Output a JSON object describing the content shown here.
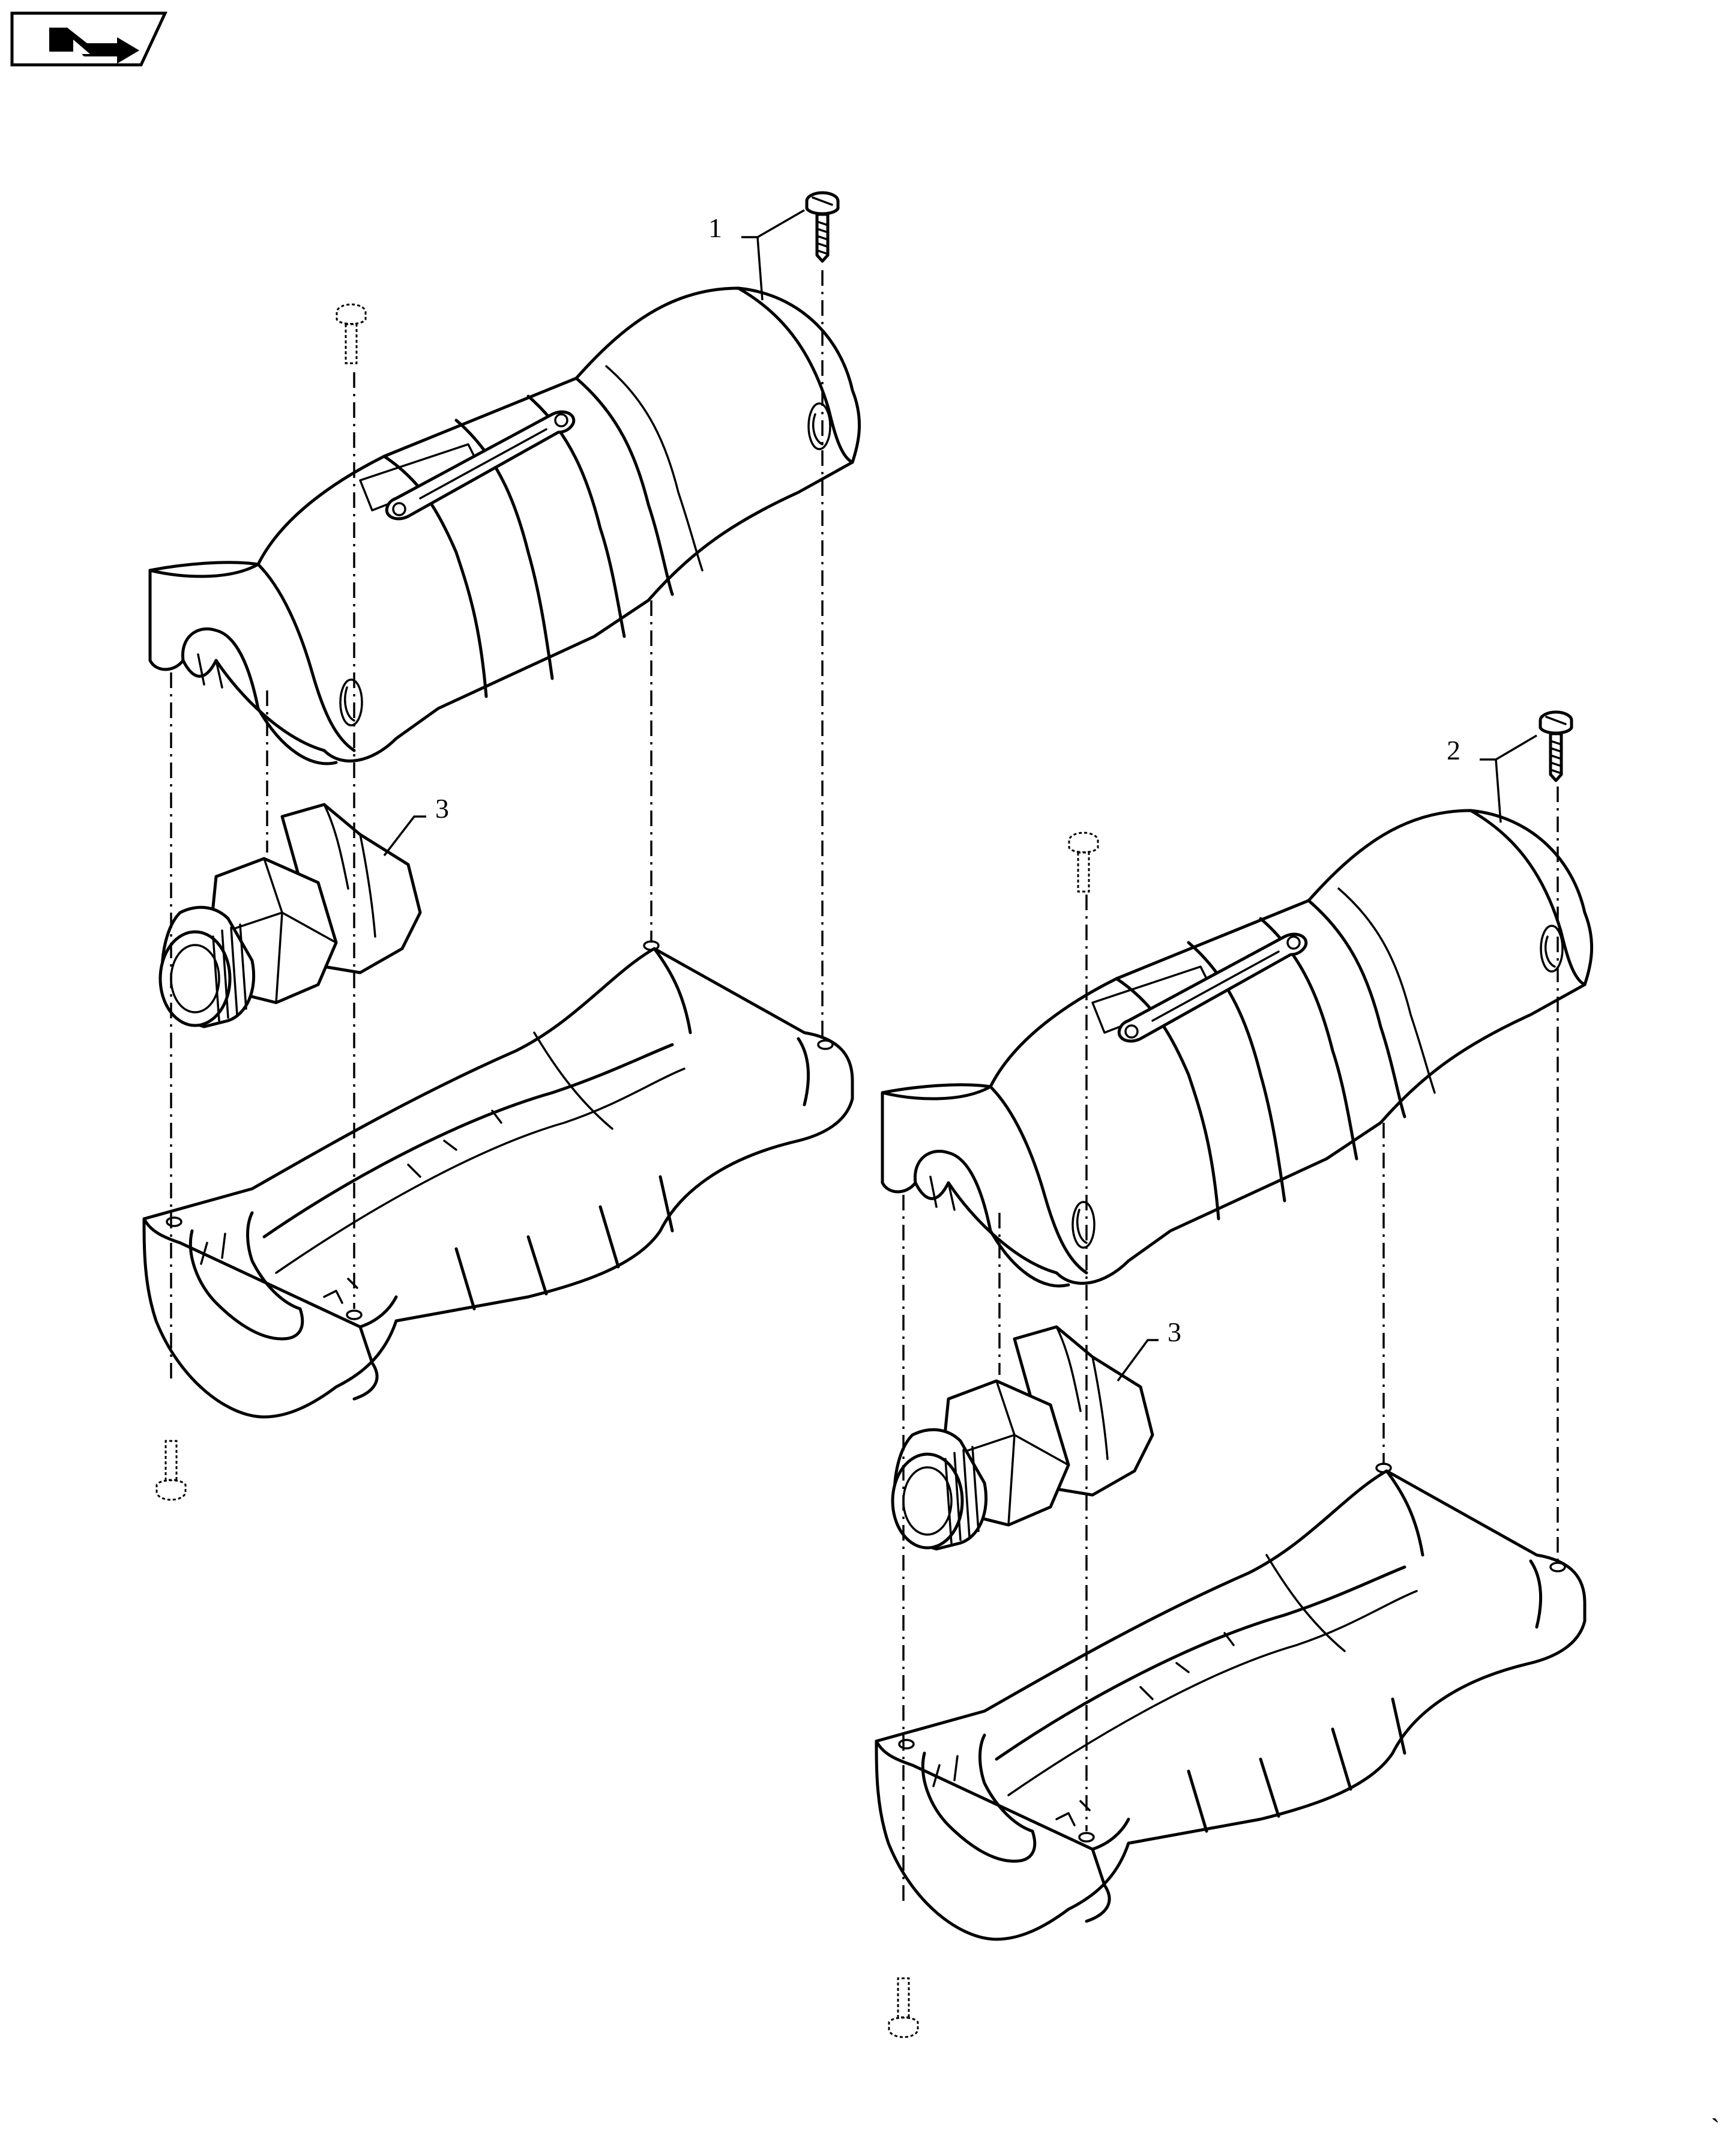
{
  "header": {
    "icon": "next-page-arrow-icon"
  },
  "callouts": [
    {
      "id": "screw-upper-left",
      "label": "1"
    },
    {
      "id": "screw-upper-right",
      "label": "2"
    },
    {
      "id": "fitting-left",
      "label": "3"
    },
    {
      "id": "fitting-right",
      "label": "3"
    }
  ],
  "footer": {
    "mark": "`"
  }
}
